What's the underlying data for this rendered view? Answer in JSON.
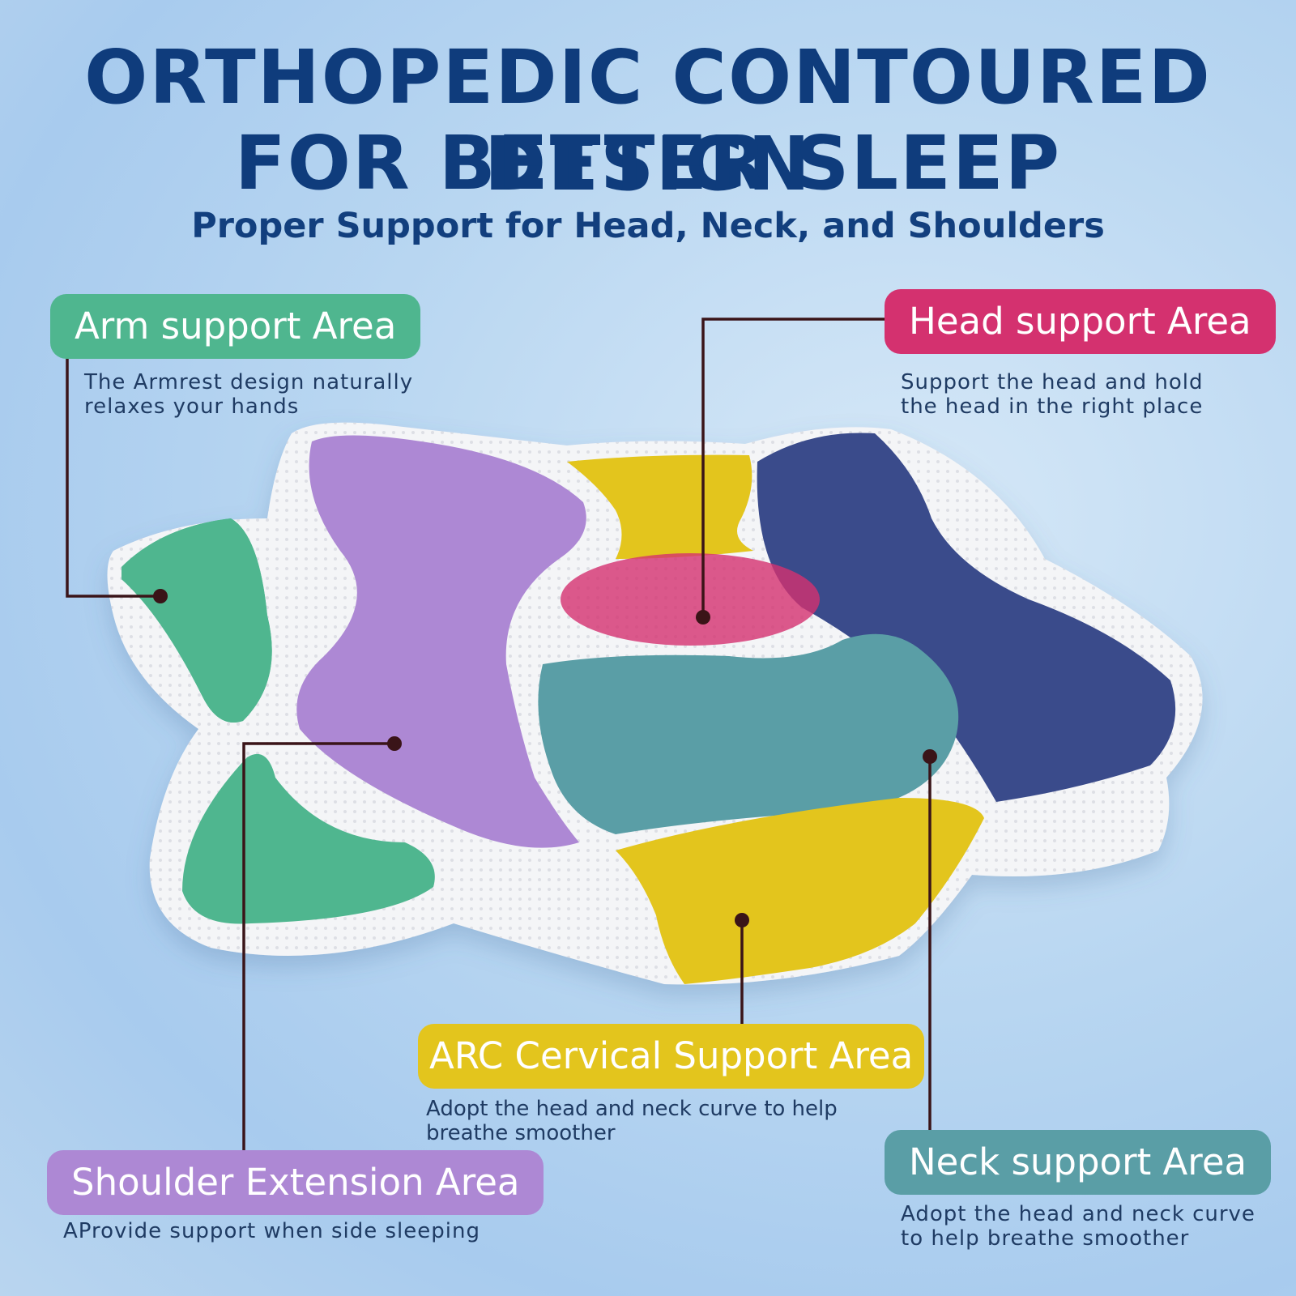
{
  "header": {
    "title_line1": "ORTHOPEDIC CONTOURED DESIGN",
    "title_line2": "FOR BETTER SLEEP",
    "subtitle": "Proper Support for Head, Neck, and Shoulders"
  },
  "areas": {
    "arm": {
      "label": "Arm support Area",
      "description": "The Armrest design naturally relaxes your hands",
      "color": "#4fb68f"
    },
    "head": {
      "label": "Head support Area",
      "description": "Support the head and hold the head in the right place",
      "color": "#d4316f"
    },
    "arc": {
      "label": "ARC Cervical Support Area",
      "description": "Adopt the head and neck curve to help breathe smoother",
      "color": "#e3c51d"
    },
    "shoulder": {
      "label": "Shoulder Extension Area",
      "description": "AProvide support when side sleeping",
      "color": "#ad88d4"
    },
    "neck": {
      "label": "Neck support Area",
      "description": "Adopt the head and neck curve to help breathe smoother",
      "color": "#5a9ea6"
    }
  },
  "colors": {
    "title": "#0f3c7c",
    "leader_line": "#3a1418",
    "pillow_body": "#f4f5f7",
    "zone_navy": "#3a4b8b"
  }
}
